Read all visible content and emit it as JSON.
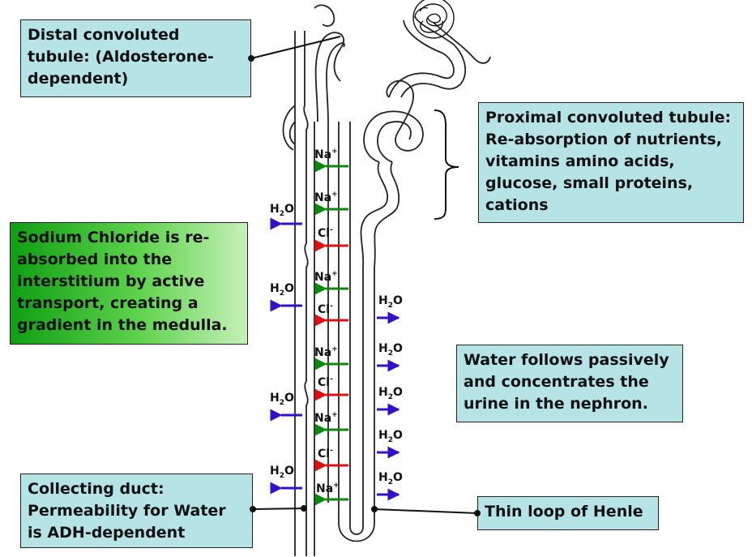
{
  "labels": {
    "distal": "Distal convoluted tubule: (Aldosterone-dependent)",
    "proximal": "Proximal convoluted tubule: Re-absorption of nutrients, vitamins amino acids, glucose, small proteins, cations",
    "sodium": "Sodium Chloride is re-absorbed into the interstitium by active transport, creating a gradient in the medulla.",
    "water": "Water follows passively and concentrates the urine in the nephron.",
    "collecting": "Collecting duct: Permeability for Water is ADH-dependent",
    "henle": "Thin loop of Henle"
  },
  "ions": {
    "na": "Na",
    "na_charge": "+",
    "cl": "Cl",
    "cl_charge": "-",
    "water_h": "H",
    "water_sub": "2",
    "water_o": "O"
  },
  "colors": {
    "label_box": "#b5e3e6",
    "sodium_box_start": "#0f9f12",
    "sodium_box_end": "#c6f0b9",
    "na_arrow": "#0a8a0a",
    "cl_arrow": "#e01010",
    "water_arrow": "#3311cc"
  }
}
